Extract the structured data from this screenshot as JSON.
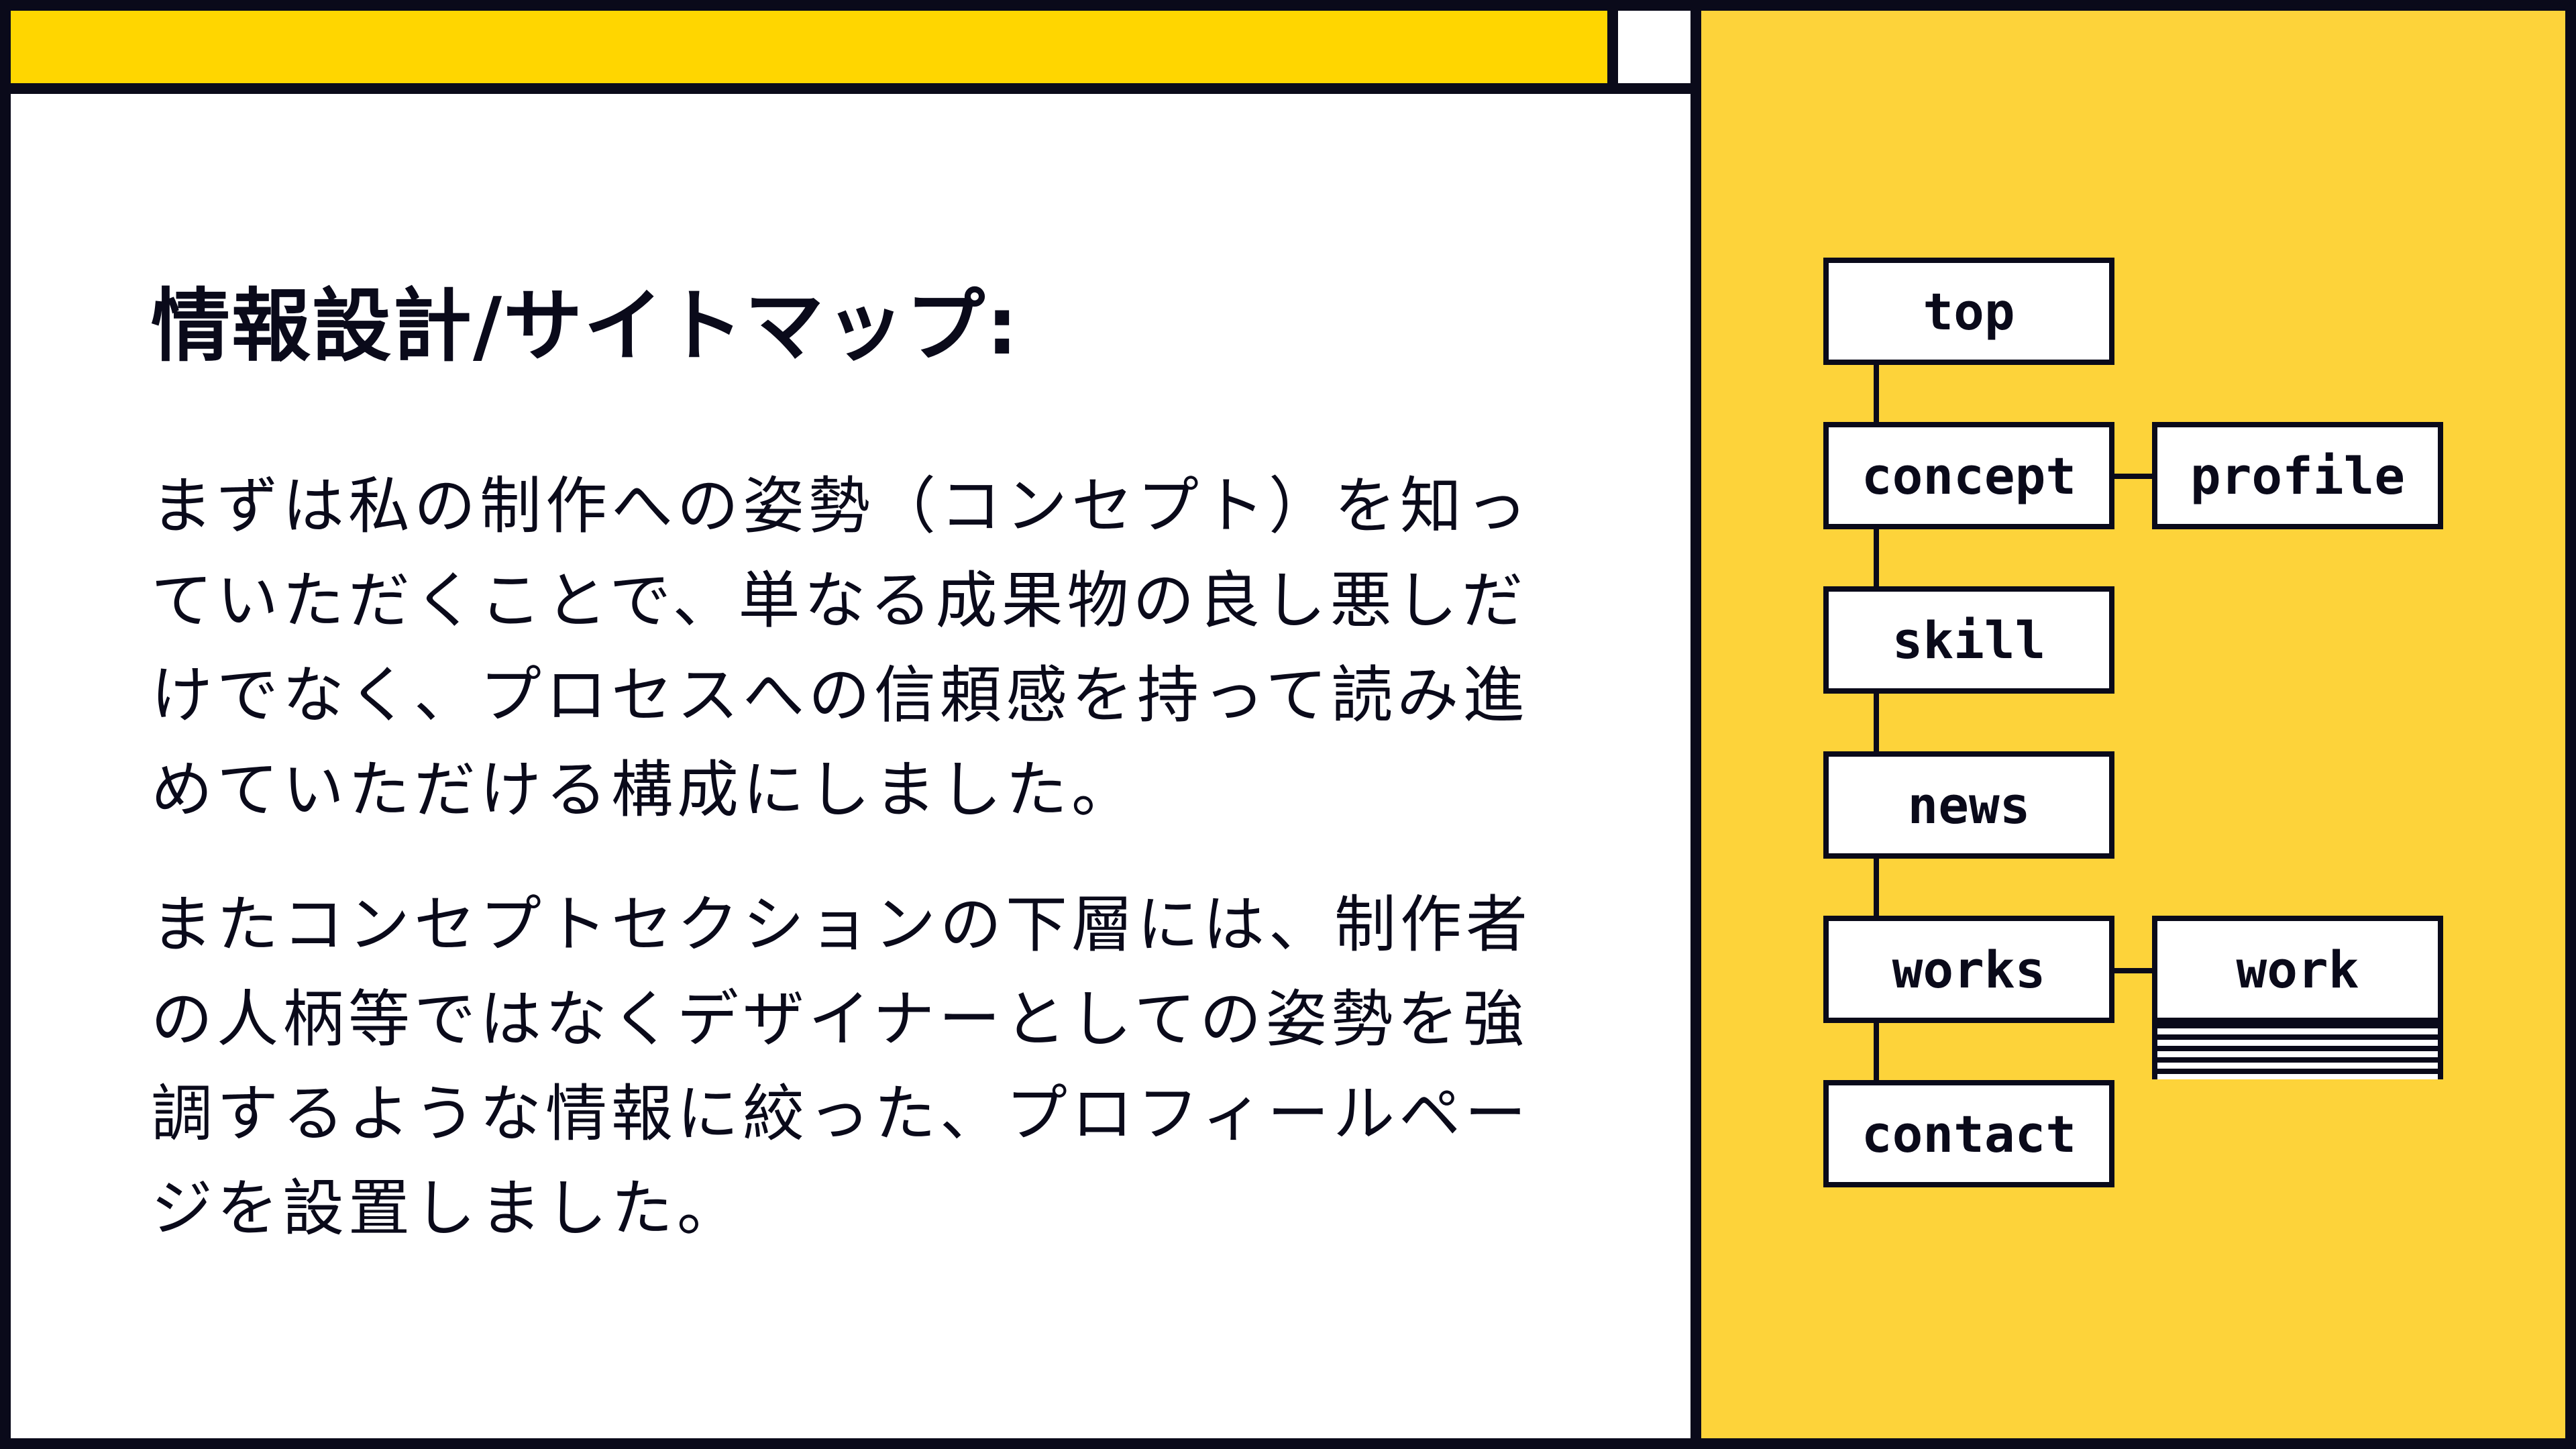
{
  "colors": {
    "frame": "#0a0a1a",
    "bar": "#FFD600",
    "side": "#FDD33A"
  },
  "title": "情報設計/サイトマップ:",
  "paragraphs": [
    [
      "まずは私の制作への姿勢（コンセプト）を知っ",
      "ていただくことで、単なる成果物の良し悪しだ",
      "けでなく、プロセスへの信頼感を持って読み進",
      "めていただける構成にしました。"
    ],
    [
      "またコンセプトセクションの下層には、制作者",
      "の人柄等ではなくデザイナーとしての姿勢を強",
      "調するような情報に絞った、プロフィールペー",
      "ジを設置しました。"
    ]
  ],
  "sitemap": {
    "main": [
      "top",
      "concept",
      "skill",
      "news",
      "works",
      "contact"
    ],
    "sub": {
      "concept": "profile",
      "works": "work"
    }
  }
}
